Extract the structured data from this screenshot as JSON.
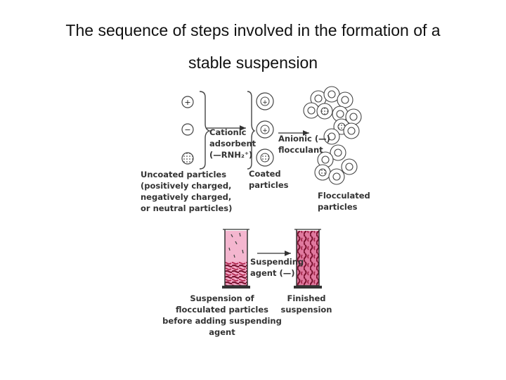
{
  "title": {
    "line1": "The sequence of steps involved in the formation of a",
    "line2": "stable suspension"
  },
  "diagram": {
    "cationic_adsorbent": "Cationic\nadsorbent\n(—RNH₂⁺)",
    "anionic_flocculant": "Anionic (—)\nflocculant",
    "uncoated_particles": "Uncoated particles\n(positively charged,\nnegatively charged,\nor neutral particles)",
    "coated_particles": "Coated\nparticles",
    "flocculated_particles": "Flocculated\nparticles",
    "suspending_agent": "Suspending\nagent (—)",
    "suspension_before": "Suspension of\nflocculated particles\nbefore adding suspending\nagent",
    "finished_suspension": "Finished\nsuspension",
    "particle_plus": "+",
    "particle_minus": "−",
    "colors": {
      "pink": "#f4a9c8",
      "sediment": "#c8325f",
      "ink": "#333333"
    }
  }
}
